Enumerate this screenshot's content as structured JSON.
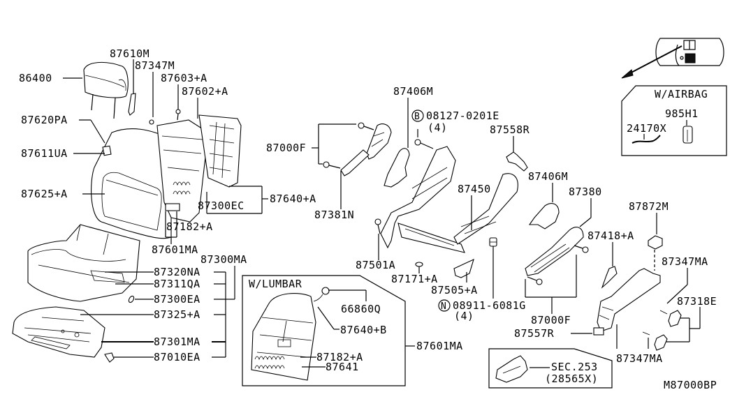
{
  "diagram": {
    "title_code": "M87000BP",
    "labels": {
      "p86400": "86400",
      "p87610M": "87610M",
      "p87347M": "87347M",
      "p87603A": "87603+A",
      "p87602A": "87602+A",
      "p87620PA": "87620PA",
      "p87611UA": "87611UA",
      "p87625A": "87625+A",
      "p87640A": "87640+A",
      "p87300EC": "87300EC",
      "p87182A": "87182+A",
      "p87601MA_top": "87601MA",
      "p87300MA": "87300MA",
      "p87320NA": "87320NA",
      "p87311QA": "87311QA",
      "p87300EA": "87300EA",
      "p87325A": "87325+A",
      "p87301MA": "87301MA",
      "p87010EA": "87010EA",
      "p87000F_left": "87000F",
      "p87381N": "87381N",
      "p87406M_left": "87406M",
      "p08127": "08127-0201E",
      "p08127_qty": "(4)",
      "p08127_mark": "B",
      "p87558R": "87558R",
      "p87450": "87450",
      "p87406M_right": "87406M",
      "p87380": "87380",
      "p87501A": "87501A",
      "p87171A": "87171+A",
      "p87505A": "87505+A",
      "p08911": "08911-6081G",
      "p08911_qty": "(4)",
      "p08911_mark": "N",
      "p87000F_right": "87000F",
      "p87872M": "87872M",
      "p87418A": "87418+A",
      "p87347MA_top": "87347MA",
      "p87318E": "87318E",
      "p87557R": "87557R",
      "p87347MA_bottom": "87347MA",
      "sec253": "SEC.253",
      "sec253_sub": "(28565X)"
    },
    "lumbar_box": {
      "title": "W/LUMBAR",
      "p66860Q": "66860Q",
      "p87640B": "87640+B",
      "p87182A": "87182+A",
      "p87641": "87641",
      "p87601MA": "87601MA"
    },
    "airbag_box": {
      "title": "W/AIRBAG",
      "p24170X": "24170X",
      "p985H1": "985H1"
    }
  }
}
